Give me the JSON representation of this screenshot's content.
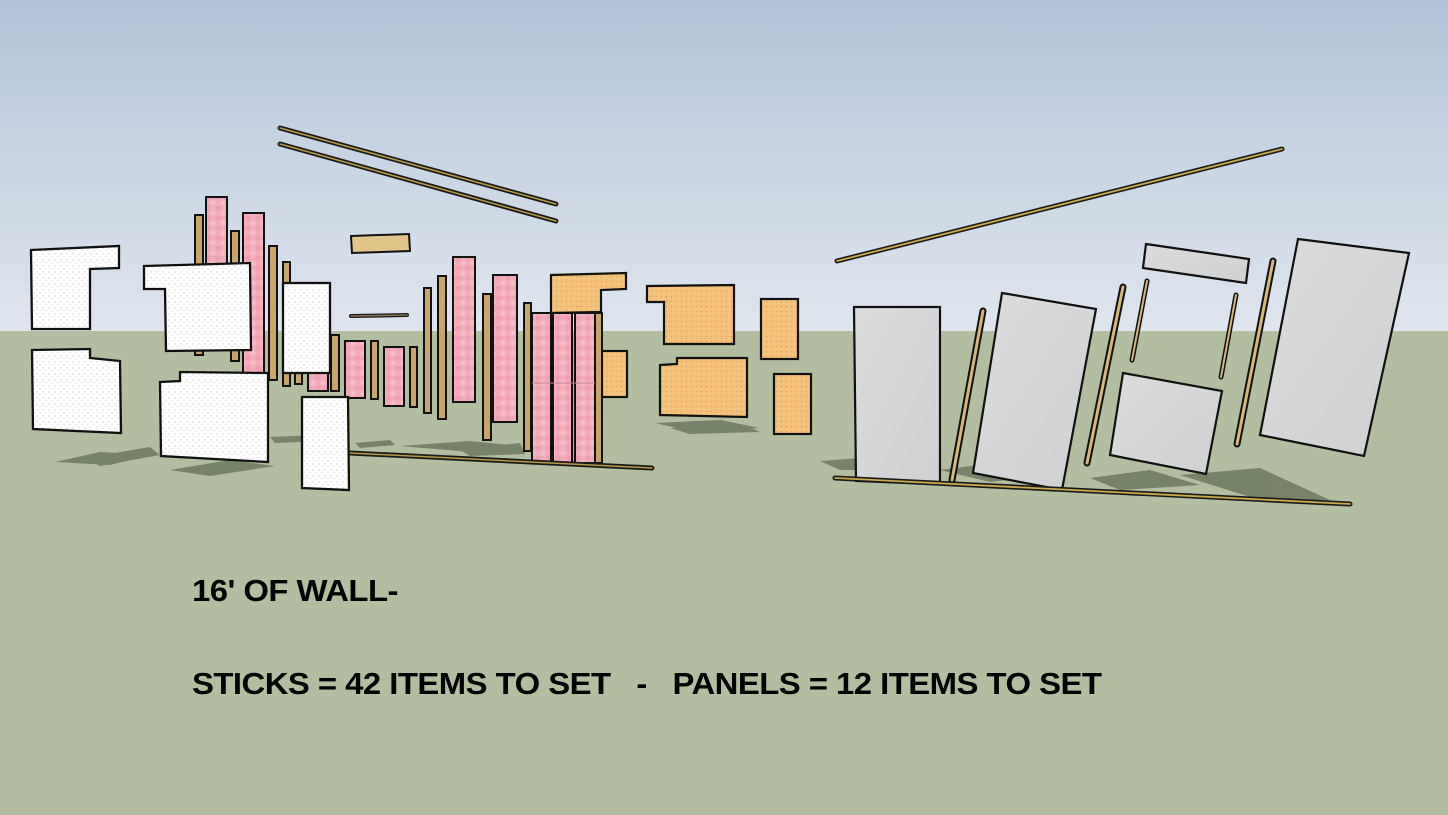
{
  "scene": {
    "sky_colors": [
      "#b0c1d8",
      "#dfe5ee"
    ],
    "ground_color": "#b2be9f",
    "stick_groups": {
      "label": "sticks",
      "materials": [
        "drywall",
        "insulation",
        "studs",
        "sheathing"
      ],
      "colors": {
        "drywall": "#ffffff",
        "insulation": "#f2a9b7",
        "stud": "#c9a56a",
        "sheathing": "#f4c27a",
        "shadow": "#6d7960"
      }
    },
    "panel_groups": {
      "label": "panels",
      "colors": {
        "panel": "#d6d7d8",
        "stud": "#c9a56a"
      }
    }
  },
  "caption": {
    "line1": "16' OF WALL-",
    "line2": "STICKS = 42 ITEMS TO SET   -   PANELS = 12 ITEMS TO SET",
    "sticks_count": 42,
    "panels_count": 12,
    "wall_length": "16'"
  }
}
